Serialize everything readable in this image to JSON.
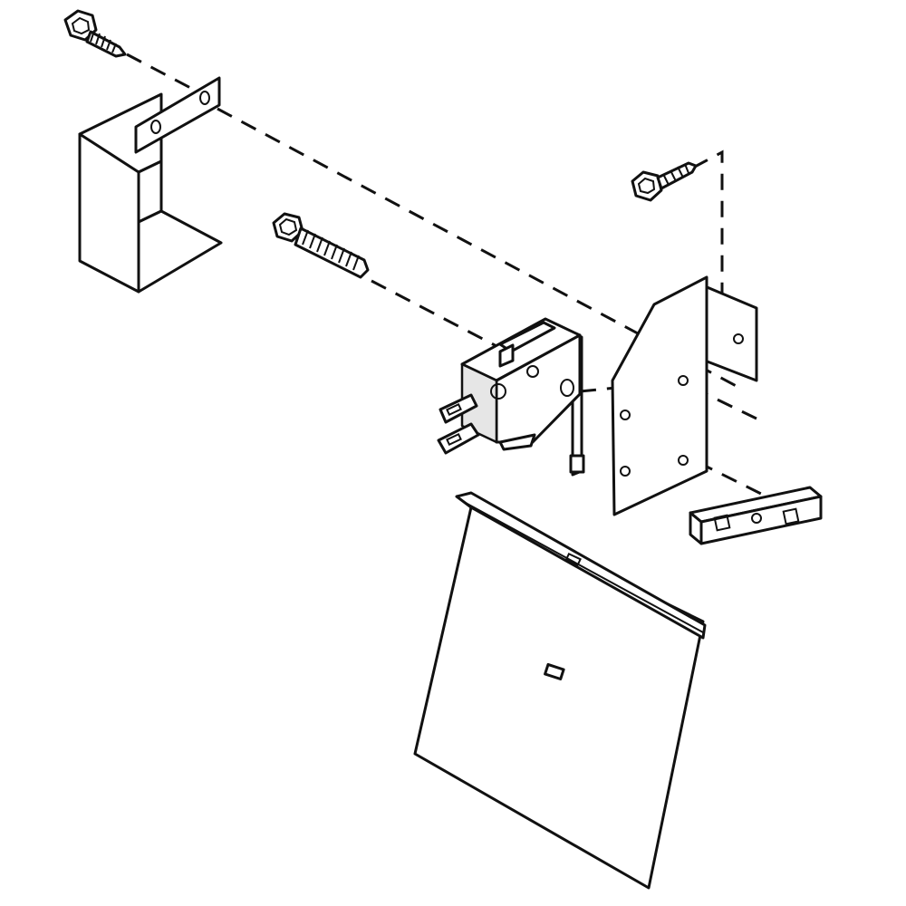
{
  "colors": {
    "line": "#111111",
    "background": "#ffffff",
    "shade": "#e6e6e6"
  },
  "parts": [
    {
      "id": "screw-top-left",
      "icon": "hex-head-screw"
    },
    {
      "id": "bracket",
      "icon": "u-bracket"
    },
    {
      "id": "screw-long",
      "icon": "long-hex-screw"
    },
    {
      "id": "screw-top-right",
      "icon": "hex-head-screw"
    },
    {
      "id": "micro-switch",
      "icon": "micro-switch"
    },
    {
      "id": "mounting-plate",
      "icon": "mounting-plate"
    },
    {
      "id": "terminal-strip",
      "icon": "terminal-strip"
    },
    {
      "id": "cover-panel",
      "icon": "cover-panel"
    }
  ]
}
